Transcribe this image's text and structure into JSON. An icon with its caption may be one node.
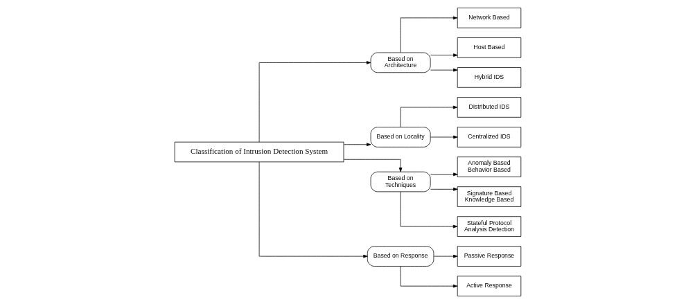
{
  "diagram": {
    "nodes": [
      {
        "text": [
          "Classification of Intrusion Detection System"
        ]
      },
      {
        "text": [
          "Based on Architecture"
        ]
      },
      {
        "text": [
          "Network Based"
        ]
      },
      {
        "text": [
          "Host Based"
        ]
      },
      {
        "text": [
          "Hybrid IDS"
        ]
      },
      {
        "text": [
          "Based on Locality"
        ]
      },
      {
        "text": [
          "Distributed IDS"
        ]
      },
      {
        "text": [
          "Centralized IDS"
        ]
      },
      {
        "text": [
          "Based on Techniques"
        ]
      },
      {
        "text": [
          "Anomaly Based Behavior Based"
        ]
      },
      {
        "text": [
          "Signature Based Knowledge Based"
        ]
      },
      {
        "text": [
          "Stateful Protocol Analysis Detection"
        ]
      },
      {
        "text": [
          "Based on Response"
        ]
      },
      {
        "text": [
          "Passive Response"
        ]
      },
      {
        "text": [
          "Active Response"
        ]
      }
    ],
    "edges": [
      {
        "from": 0,
        "to": 1,
        "arrow": "to"
      },
      {
        "from": 0,
        "to": 5,
        "arrow": "to"
      },
      {
        "from": 0,
        "to": 8,
        "arrow": "to"
      },
      {
        "from": 0,
        "to": 12,
        "arrow": "to"
      },
      {
        "from": 1,
        "to": 2,
        "arrow": "to"
      },
      {
        "from": 1,
        "to": 3,
        "arrow": "to"
      },
      {
        "from": 1,
        "to": 4,
        "arrow": "to"
      },
      {
        "from": 5,
        "to": 6,
        "arrow": "to"
      },
      {
        "from": 5,
        "to": 7,
        "arrow": "to"
      },
      {
        "from": 8,
        "to": 9,
        "arrow": "to"
      },
      {
        "from": 8,
        "to": 10,
        "arrow": "to"
      },
      {
        "from": 8,
        "to": 11,
        "arrow": "to"
      },
      {
        "from": 12,
        "to": 13,
        "arrow": "to"
      },
      {
        "from": 12,
        "to": 14,
        "arrow": "to"
      }
    ]
  }
}
